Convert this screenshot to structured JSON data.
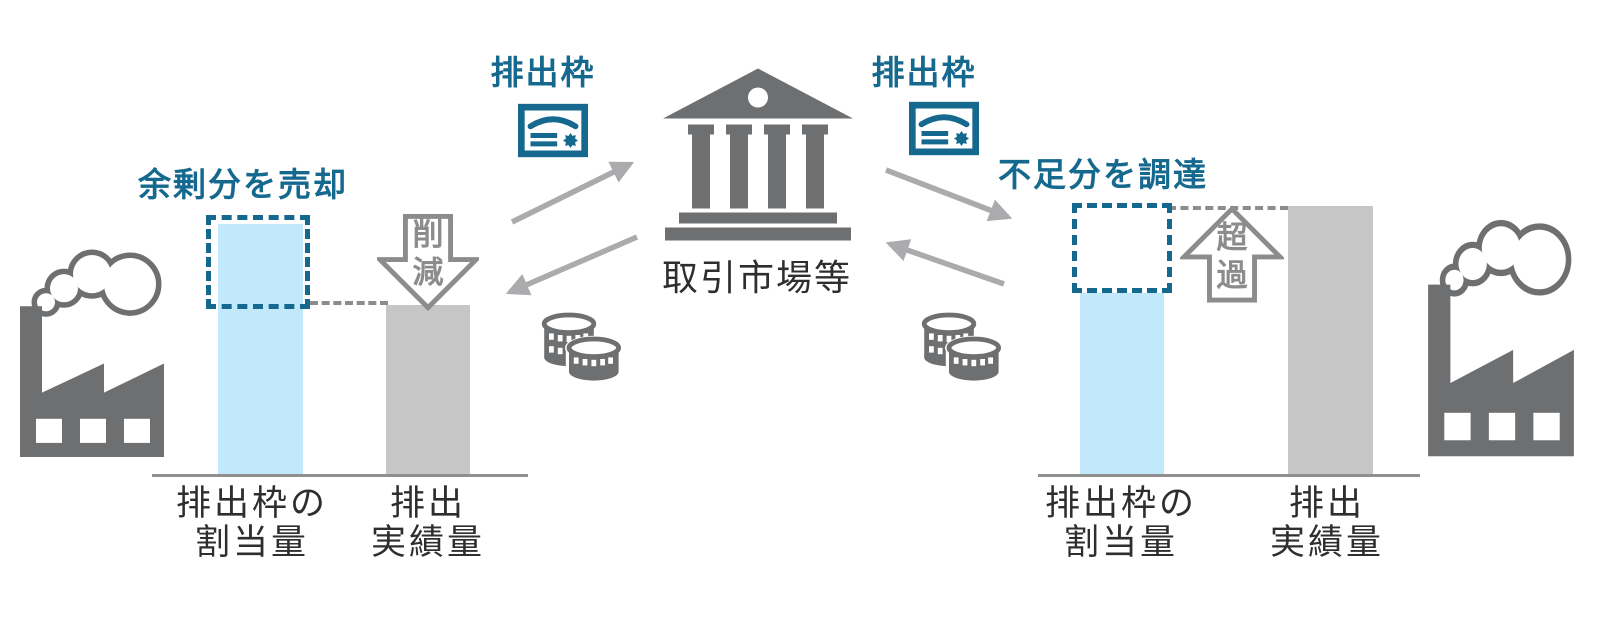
{
  "diagram": {
    "type": "emissions-trading-scheme",
    "market": {
      "label": "取引市場等"
    },
    "left_flow": {
      "allowance_label": "排出枠",
      "action_label": "余剰分を売却",
      "arrows": [
        "allowance-to-market",
        "money-from-market"
      ]
    },
    "right_flow": {
      "allowance_label": "排出枠",
      "action_label": "不足分を調達",
      "arrows": [
        "allowance-from-market",
        "money-to-market"
      ]
    },
    "left_chart": {
      "allocation_label_line1": "排出枠の",
      "allocation_label_line2": "割当量",
      "actual_label_line1": "排出",
      "actual_label_line2": "実績量",
      "block_arrow": {
        "direction": "down",
        "char1": "削",
        "char2": "減",
        "meaning": "reduction"
      },
      "surplus_box": "dashed-filled"
    },
    "right_chart": {
      "allocation_label_line1": "排出枠の",
      "allocation_label_line2": "割当量",
      "actual_label_line1": "排出",
      "actual_label_line2": "実績量",
      "block_arrow": {
        "direction": "up",
        "char1": "超",
        "char2": "過",
        "meaning": "excess"
      },
      "shortfall_box": "dashed-empty"
    },
    "icons": [
      "factory-icon",
      "bank-icon",
      "certificate-icon",
      "coins-icon"
    ],
    "colors": {
      "teal": "#15688e",
      "light_blue_bar": "#c2e9fb",
      "gray_bar": "#c6c6c6",
      "icon_gray": "#6e6f71",
      "transfer_arrow_gray": "#ababad",
      "outline_gray": "#8c8c8c",
      "text_dark": "#2e2e2e"
    }
  }
}
